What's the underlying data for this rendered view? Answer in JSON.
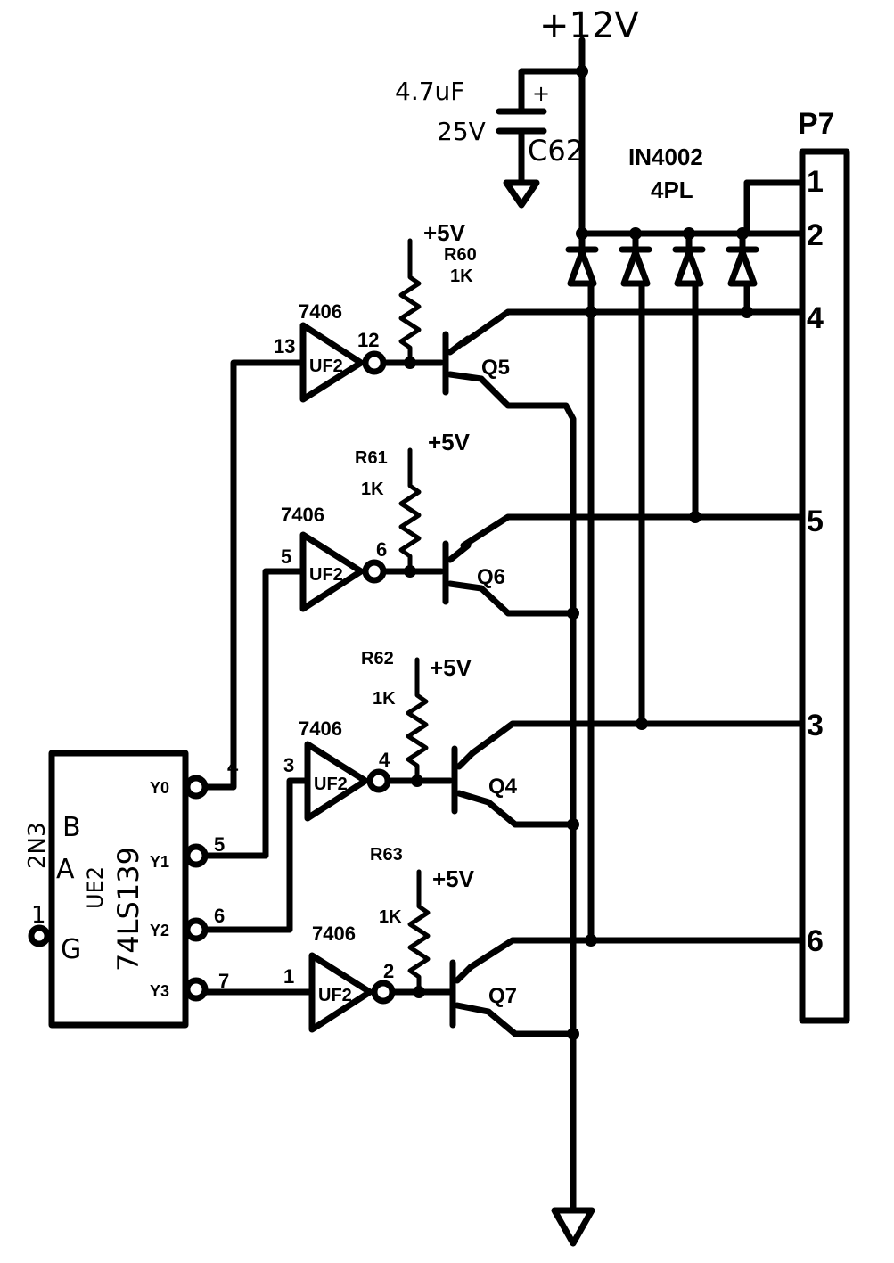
{
  "power": {
    "v12": "+12V",
    "v5": "+5V"
  },
  "capacitor": {
    "ref": "C62",
    "value": "4.7uF",
    "voltage": "25V",
    "plus": "+"
  },
  "diode_label": {
    "part": "IN4002",
    "count": "4PL"
  },
  "connector": {
    "ref": "P7",
    "pins": [
      "1",
      "2",
      "4",
      "5",
      "3",
      "6"
    ]
  },
  "decoder": {
    "part": "74LS139",
    "ref": "UE2",
    "inputs": [
      "B",
      "A",
      "G"
    ],
    "outputs": [
      "Y0",
      "Y1",
      "Y2",
      "Y3"
    ],
    "output_pins": [
      "4",
      "5",
      "6",
      "7"
    ],
    "enable_pin": "1"
  },
  "stages": [
    {
      "gate": "7406",
      "unit": "UF2",
      "in_pin": "13",
      "out_pin": "12",
      "transistor": "Q5"
    },
    {
      "gate": "7406",
      "unit": "UF2",
      "in_pin": "5",
      "out_pin": "6",
      "transistor": "Q6"
    },
    {
      "gate": "7406",
      "unit": "UF2",
      "in_pin": "3",
      "out_pin": "4",
      "transistor": "Q4"
    },
    {
      "gate": "7406",
      "unit": "UF2",
      "in_pin": "1",
      "out_pin": "2",
      "transistor": "Q7"
    }
  ],
  "resistors": [
    {
      "ref": "R60",
      "value": "1K"
    },
    {
      "ref": "R61",
      "value": "1K"
    },
    {
      "ref": "R62",
      "value": "1K"
    },
    {
      "ref": "R63",
      "value": "1K"
    }
  ]
}
